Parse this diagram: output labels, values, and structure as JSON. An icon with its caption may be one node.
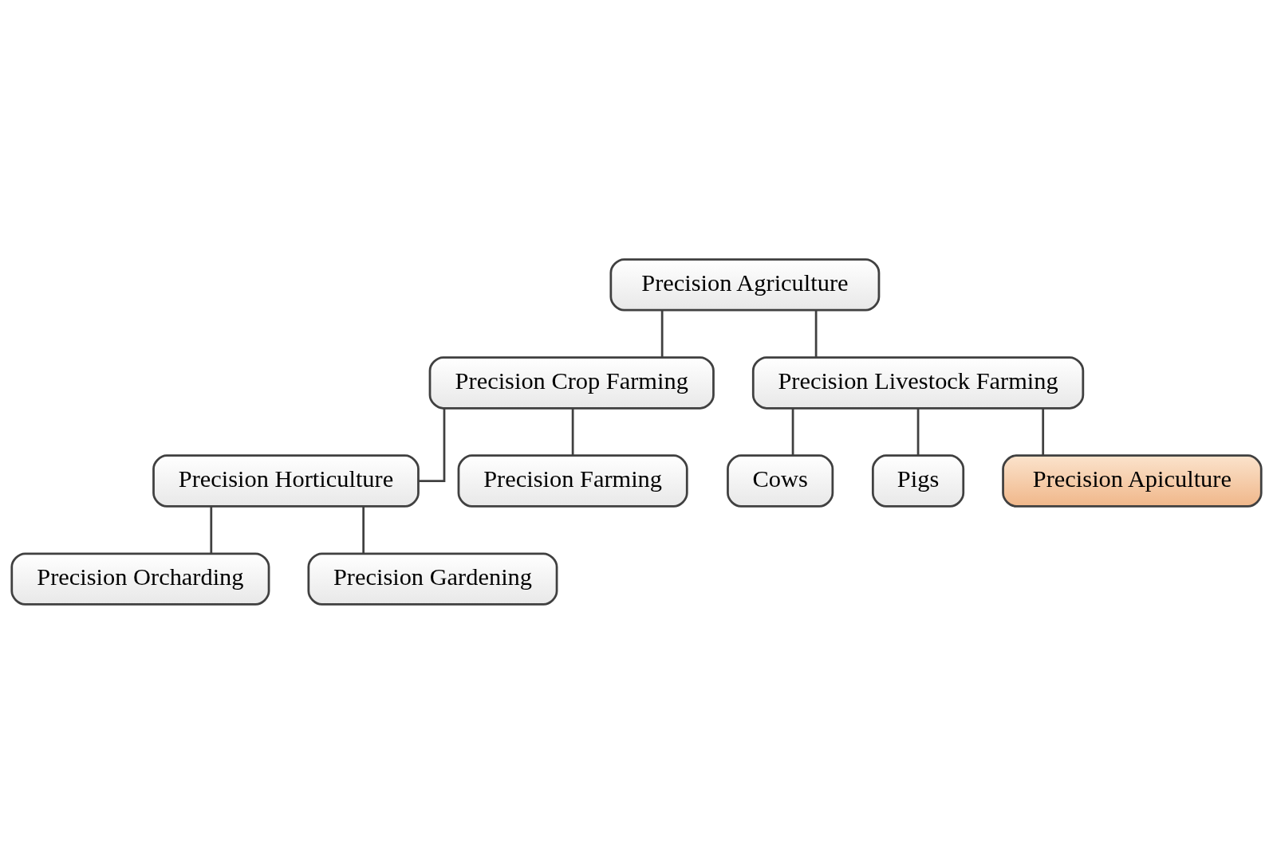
{
  "diagram": {
    "nodes": [
      {
        "text": [
          "Precision Agriculture"
        ]
      },
      {
        "text": [
          "Precision Crop Farming"
        ]
      },
      {
        "text": [
          "Precision Livestock Farming"
        ]
      },
      {
        "text": [
          "Precision Horticulture"
        ]
      },
      {
        "text": [
          "Precision Farming"
        ]
      },
      {
        "text": [
          "Precision Orcharding"
        ]
      },
      {
        "text": [
          "Precision Gardening"
        ]
      },
      {
        "text": [
          "Cows"
        ]
      },
      {
        "text": [
          "Pigs"
        ]
      },
      {
        "text": [
          "Precision Apiculture"
        ]
      }
    ],
    "edges": [
      {
        "from": 0,
        "to": 1,
        "arrow": "none"
      },
      {
        "from": 0,
        "to": 2,
        "arrow": "none"
      },
      {
        "from": 1,
        "to": 3,
        "arrow": "none"
      },
      {
        "from": 1,
        "to": 4,
        "arrow": "none"
      },
      {
        "from": 3,
        "to": 5,
        "arrow": "none"
      },
      {
        "from": 3,
        "to": 6,
        "arrow": "none"
      },
      {
        "from": 2,
        "to": 7,
        "arrow": "none"
      },
      {
        "from": 2,
        "to": 8,
        "arrow": "none"
      },
      {
        "from": 2,
        "to": 9,
        "arrow": "none"
      }
    ]
  }
}
